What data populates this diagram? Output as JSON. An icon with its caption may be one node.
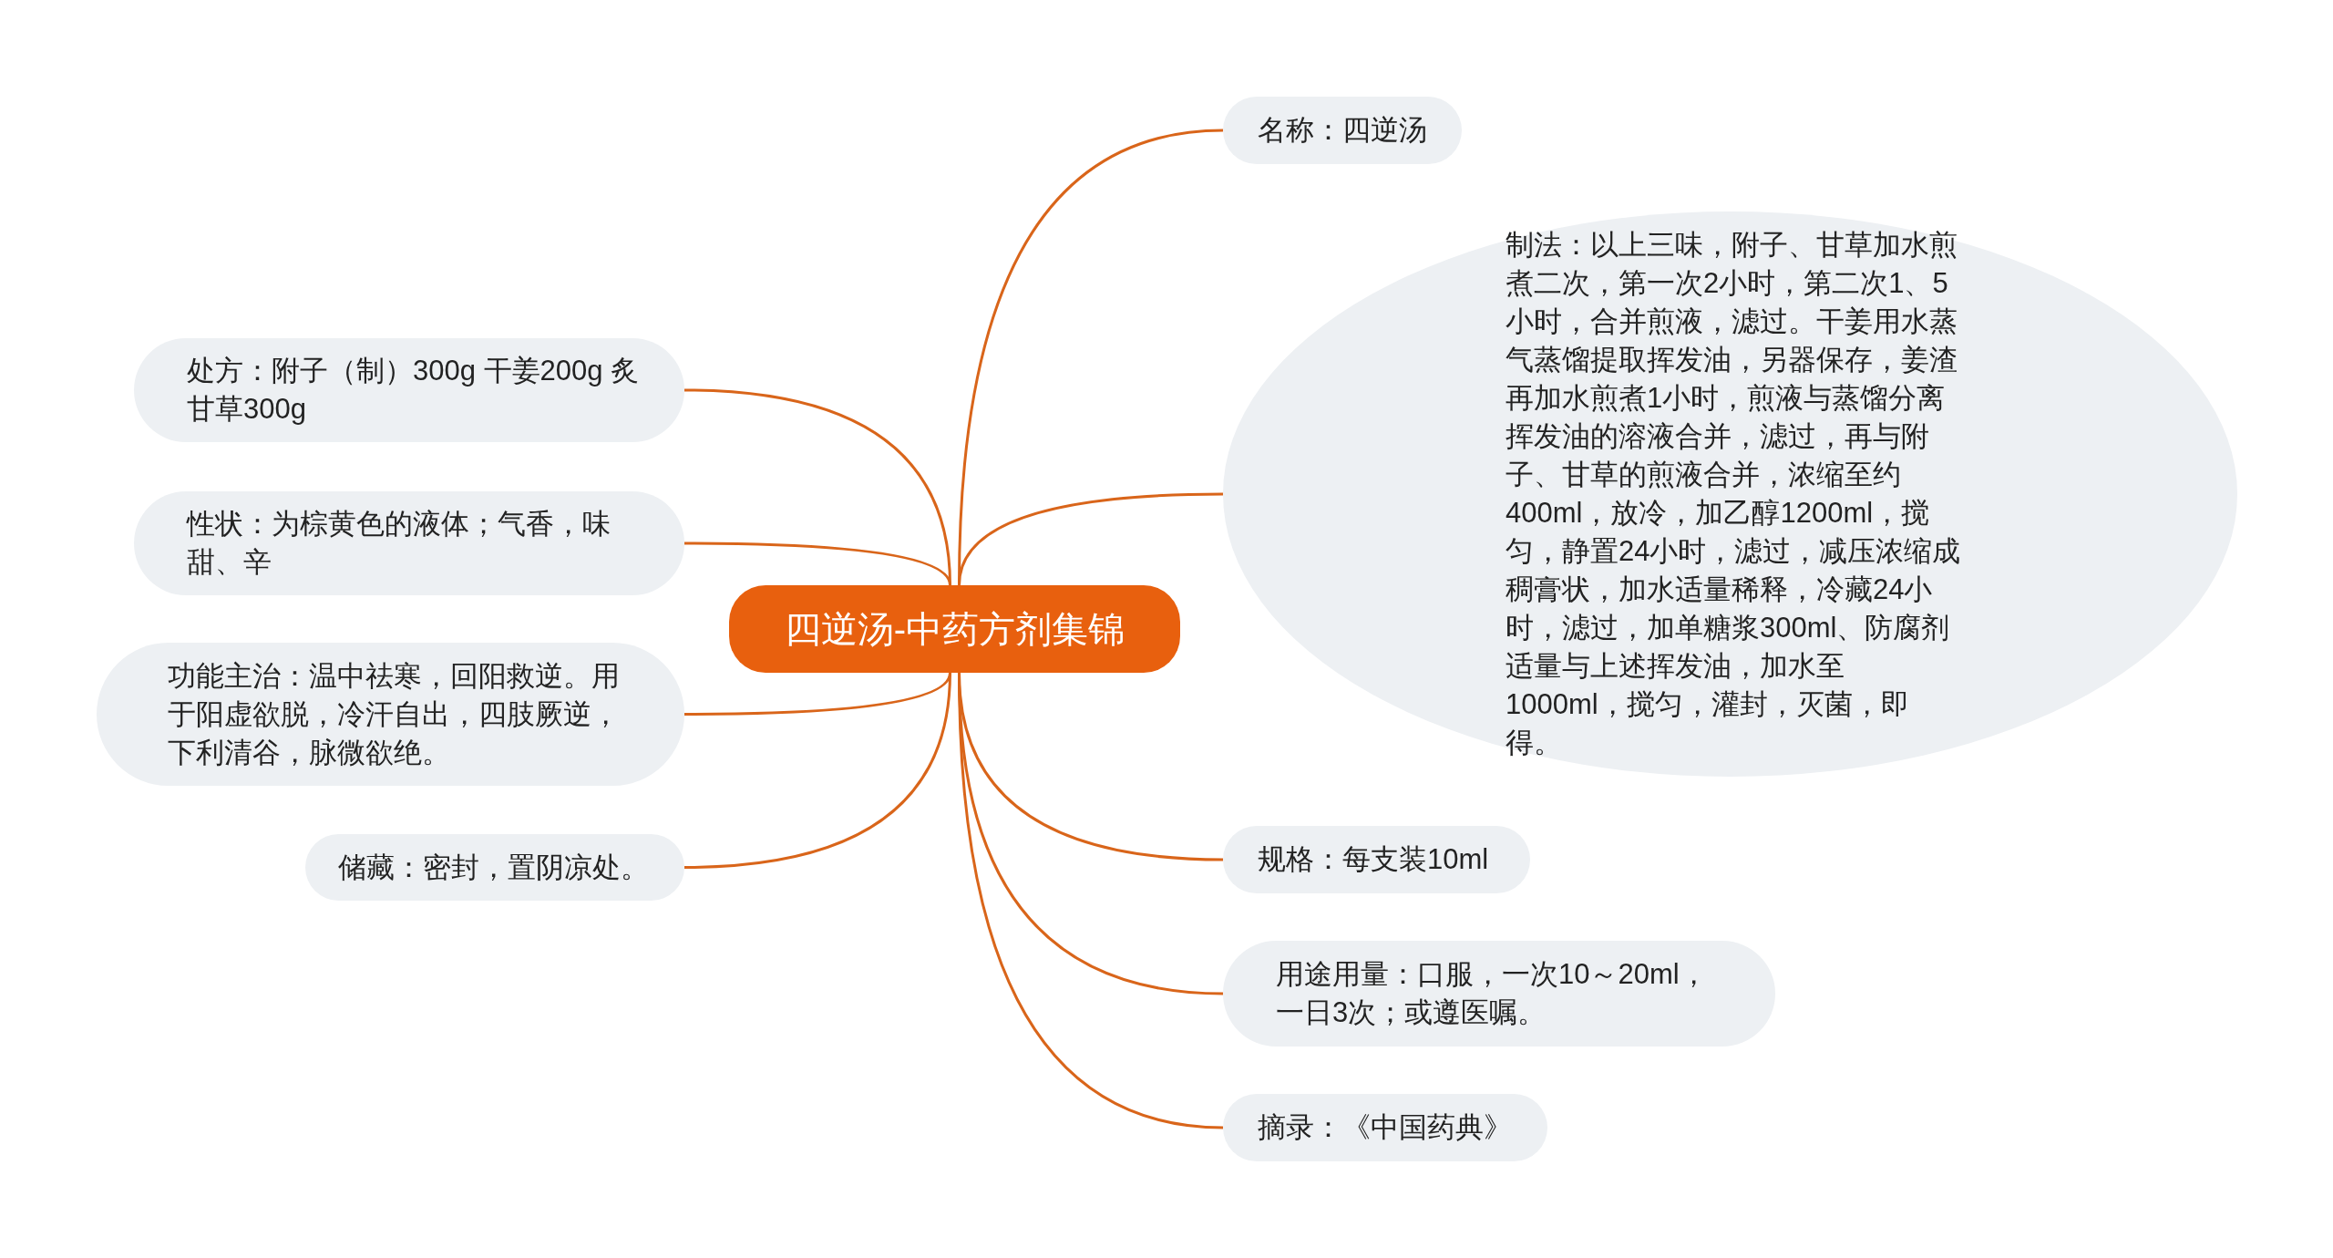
{
  "diagram": {
    "nodes": [
      {
        "text": [
          "四逆汤-中药方剂集锦"
        ]
      },
      {
        "text": [
          "名称：四逆汤"
        ]
      },
      {
        "text": [
          "制法：以上三味，附子、甘草加水煎煮二次，第一次2小时，第二次1、5小时，合并煎液，滤过。干姜用水蒸气蒸馏提取挥发油，另器保存，姜渣再加水煎煮1小时，煎液与蒸馏分离挥发油的溶液合并，滤过，再与附子、甘草的煎液合并，浓缩至约400ml，放冷，加乙醇1200ml，搅匀，静置24小时，滤过，减压浓缩成稠膏状，加水适量稀释，冷藏24小时，滤过，加单糖浆300ml、防腐剂适量与上述挥发油，加水至1000ml，搅匀，灌封，灭菌，即得。"
        ]
      },
      {
        "text": [
          "规格：每支装10ml"
        ]
      },
      {
        "text": [
          "用途用量：口服，一次10～20ml，一日3次；或遵医嘱。"
        ]
      },
      {
        "text": [
          "摘录：《中国药典》"
        ]
      },
      {
        "text": [
          "处方：附子（制）300g 干姜200g 炙甘草300g"
        ]
      },
      {
        "text": [
          "性状：为棕黄色的液体；气香，味甜、辛"
        ]
      },
      {
        "text": [
          "功能主治：温中祛寒，回阳救逆。用于阳虚欲脱，冷汗自出，四肢厥逆，下利清谷，脉微欲绝。"
        ]
      },
      {
        "text": [
          "储藏：密封，置阴凉处。"
        ]
      }
    ],
    "edges": [
      {
        "from": 0,
        "to": 1,
        "arrow": "none"
      },
      {
        "from": 0,
        "to": 2,
        "arrow": "none"
      },
      {
        "from": 0,
        "to": 3,
        "arrow": "none"
      },
      {
        "from": 0,
        "to": 4,
        "arrow": "none"
      },
      {
        "from": 0,
        "to": 5,
        "arrow": "none"
      },
      {
        "from": 0,
        "to": 6,
        "arrow": "none"
      },
      {
        "from": 0,
        "to": 7,
        "arrow": "none"
      },
      {
        "from": 0,
        "to": 8,
        "arrow": "none"
      },
      {
        "from": 0,
        "to": 9,
        "arrow": "none"
      }
    ]
  }
}
